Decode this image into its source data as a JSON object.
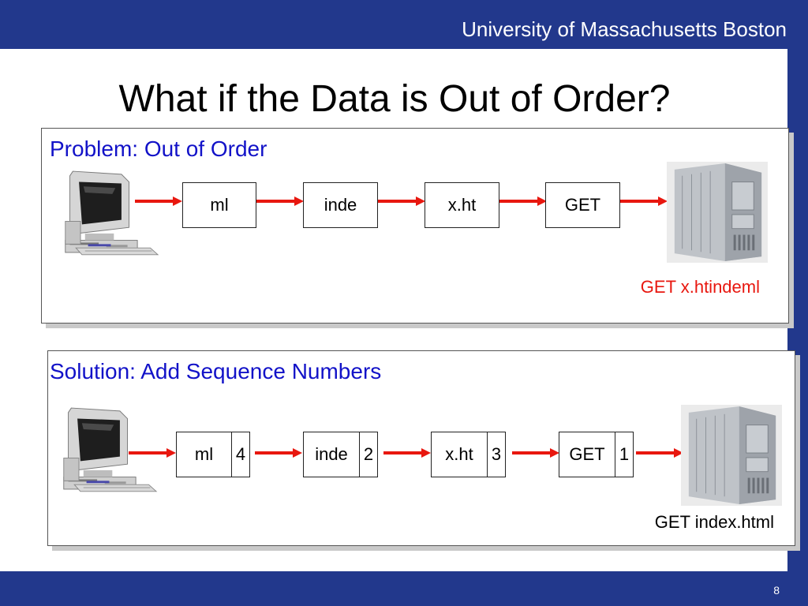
{
  "header": {
    "title": "University of Massachusetts Boston"
  },
  "slide": {
    "title": "What if the Data is Out of Order?",
    "page_number": "8"
  },
  "problem": {
    "heading": "Problem: Out of Order",
    "packets": [
      "ml",
      "inde",
      "x.ht",
      "GET"
    ],
    "result": "GET x.htindeml",
    "result_color": "#e8170f"
  },
  "solution": {
    "heading": "Solution: Add Sequence Numbers",
    "packets": [
      {
        "text": "ml",
        "seq": "4"
      },
      {
        "text": "inde",
        "seq": "2"
      },
      {
        "text": "x.ht",
        "seq": "3"
      },
      {
        "text": "GET",
        "seq": "1"
      }
    ],
    "result": "GET index.html",
    "result_color": "#000000"
  },
  "colors": {
    "bar": "#22388c",
    "heading": "#1212c8",
    "arrow": "#e8170f"
  },
  "icons": {
    "client": "desktop-computer-icon",
    "server": "server-tower-icon"
  }
}
